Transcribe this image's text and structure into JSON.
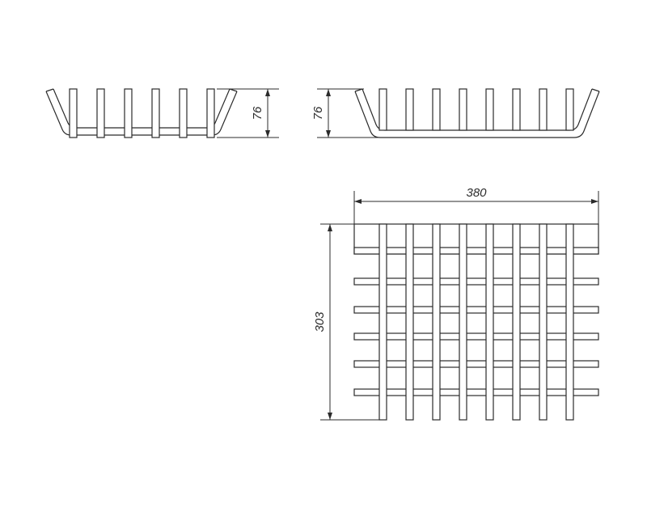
{
  "dimensions": {
    "side_height": "76",
    "front_height": "76",
    "width": "380",
    "depth": "303"
  },
  "colors": {
    "line": "#2b2b2b",
    "background": "#ffffff"
  }
}
